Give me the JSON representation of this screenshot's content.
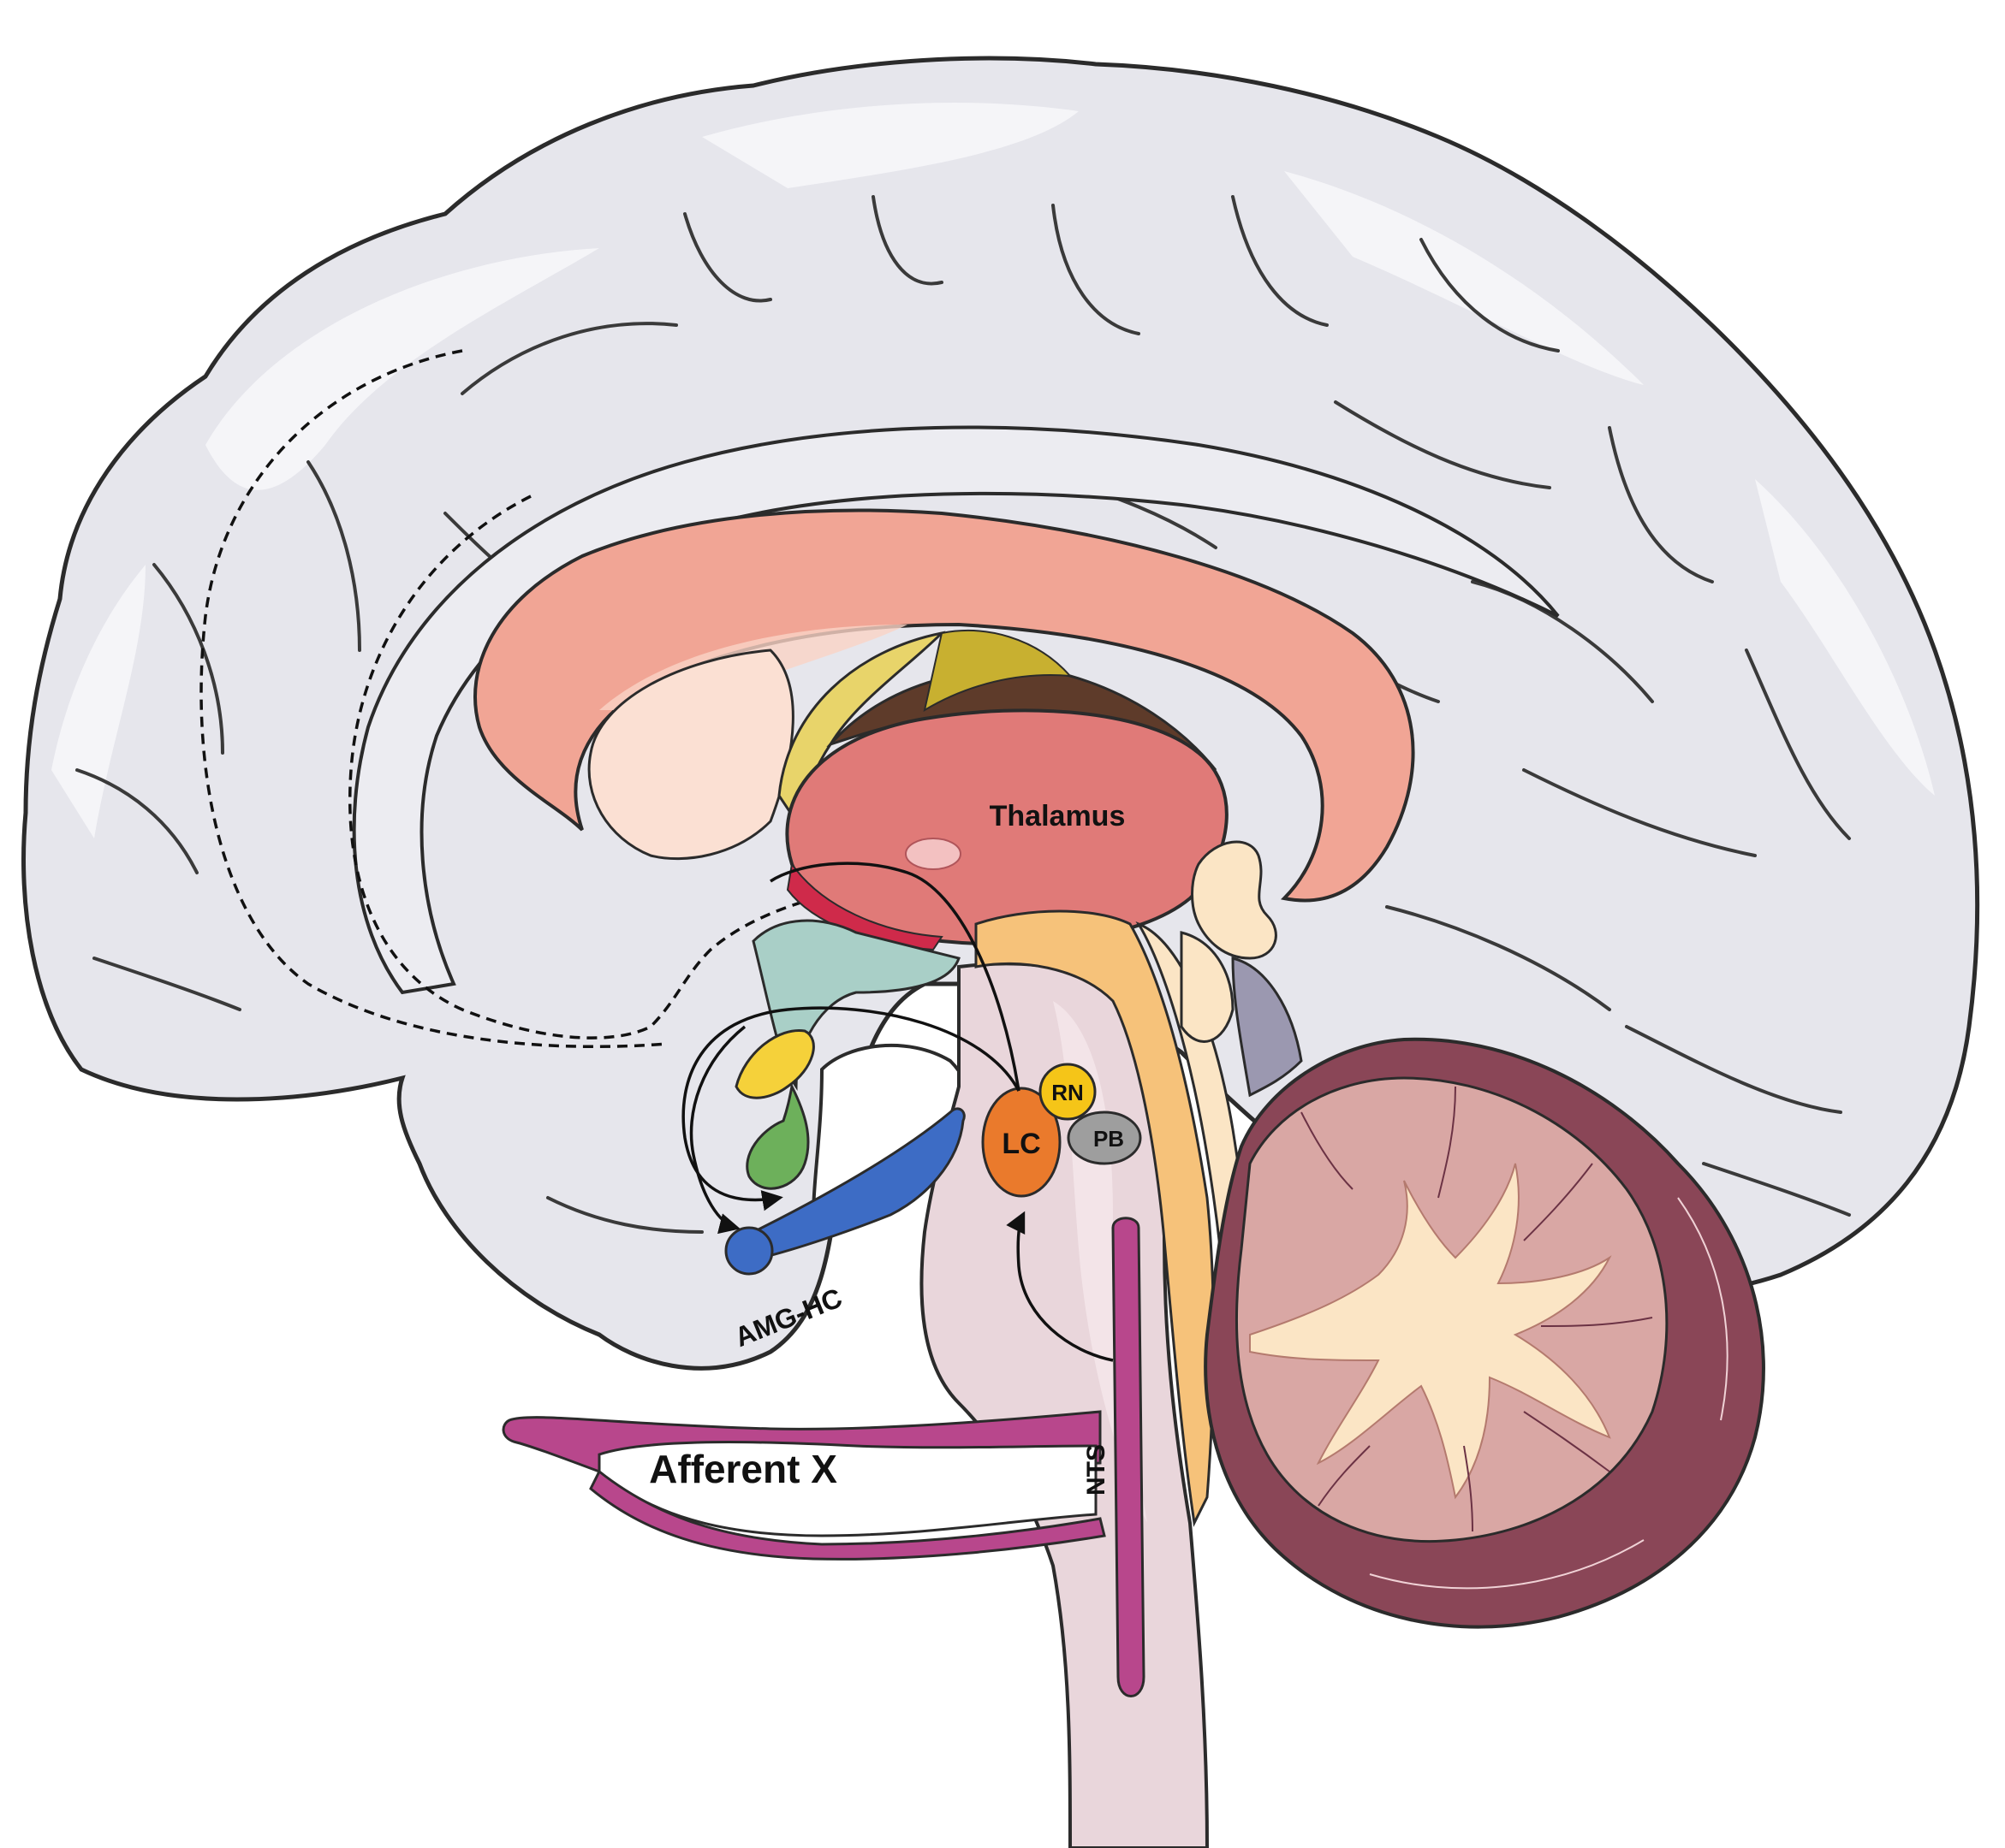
{
  "labels": {
    "thalamus": "Thalamus",
    "lc": "LC",
    "rn": "RN",
    "pb": "PB",
    "amg_hc": "AMG-HC",
    "afferent_x": "Afferent X",
    "nts": "NTS"
  },
  "colors": {
    "cortex": "#e6e6ec",
    "cortex_highlight": "#f6f6f9",
    "corpus_callosum": "#f1a595",
    "thalamus": "#e07a78",
    "fornix": "#e8d46a",
    "hypothalamus": "#a9cfc7",
    "brainstem": "#e9d6db",
    "cerebellum": "#d9a7a4",
    "cerebellum_outer": "#8a4657",
    "vagus": "#b8478c",
    "lc": "#ea7a2c",
    "rn": "#f5c518",
    "pb": "#9e9e9e",
    "amygdala_hippocampus": "#3d6cc5",
    "mammillary": "#6db05b"
  }
}
